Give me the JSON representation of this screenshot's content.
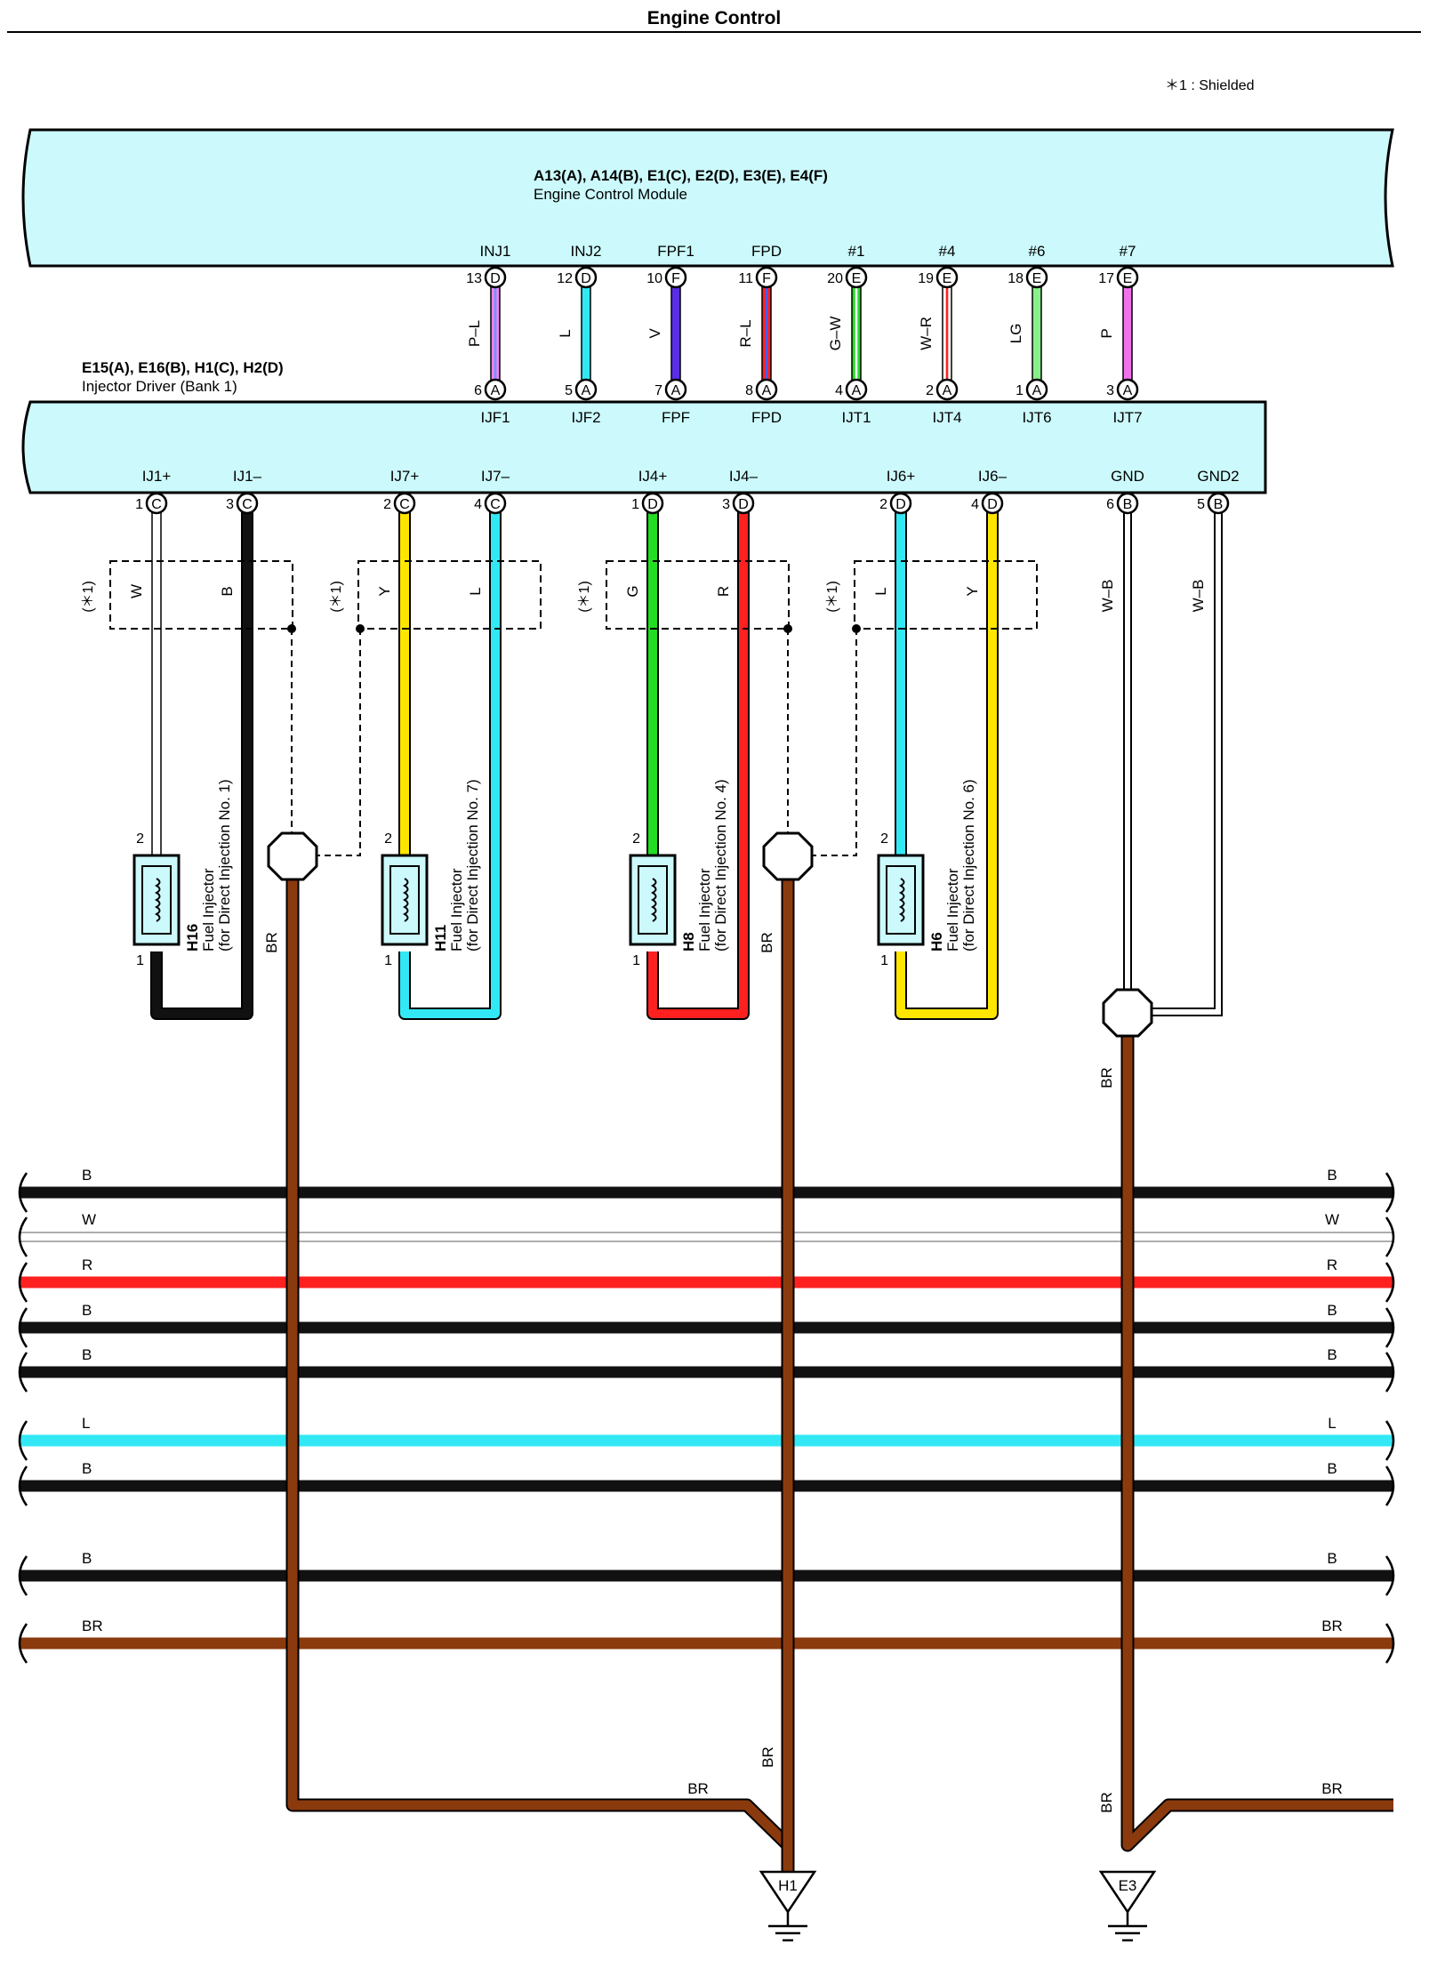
{
  "page_title": "Engine Control",
  "note": "＊1 : Shielded",
  "ecm": {
    "connectors": "A13(A), A14(B), E1(C), E2(D), E3(E), E4(F)",
    "name": "Engine Control Module",
    "terminals": [
      {
        "signal": "INJ1",
        "pin": "13",
        "conn": "D",
        "wire_color": "P–L",
        "hex": "#ee82ee",
        "hex2": "#6699ff",
        "driver_pin": "6",
        "driver_conn": "A",
        "driver_term": "IJF1"
      },
      {
        "signal": "INJ2",
        "pin": "12",
        "conn": "D",
        "wire_color": "L",
        "hex": "#33e8f5",
        "driver_pin": "5",
        "driver_conn": "A",
        "driver_term": "IJF2"
      },
      {
        "signal": "FPF1",
        "pin": "10",
        "conn": "F",
        "wire_color": "V",
        "hex": "#5a2ee6",
        "driver_pin": "7",
        "driver_conn": "A",
        "driver_term": "FPF"
      },
      {
        "signal": "FPD",
        "pin": "11",
        "conn": "F",
        "wire_color": "R–L",
        "hex": "#ff2020",
        "hex2": "#4060ff",
        "driver_pin": "8",
        "driver_conn": "A",
        "driver_term": "FPD"
      },
      {
        "signal": "#1",
        "pin": "20",
        "conn": "E",
        "wire_color": "G–W",
        "hex": "#22dd22",
        "hex2": "#ffffff",
        "driver_pin": "4",
        "driver_conn": "A",
        "driver_term": "IJT1"
      },
      {
        "signal": "#4",
        "pin": "19",
        "conn": "E",
        "wire_color": "W–R",
        "hex": "#ffffff",
        "hex2": "#ff2020",
        "driver_pin": "2",
        "driver_conn": "A",
        "driver_term": "IJT4"
      },
      {
        "signal": "#6",
        "pin": "18",
        "conn": "E",
        "wire_color": "LG",
        "hex": "#88f088",
        "driver_pin": "1",
        "driver_conn": "A",
        "driver_term": "IJT6"
      },
      {
        "signal": "#7",
        "pin": "17",
        "conn": "E",
        "wire_color": "P",
        "hex": "#f272ee",
        "driver_pin": "3",
        "driver_conn": "A",
        "driver_term": "IJT7"
      }
    ]
  },
  "driver": {
    "connectors": "E15(A), E16(B), H1(C), H2(D)",
    "name": "Injector Driver (Bank 1)",
    "bottom_terminals": [
      {
        "signal": "IJ1+",
        "pin": "1",
        "conn": "C"
      },
      {
        "signal": "IJ1–",
        "pin": "3",
        "conn": "C"
      },
      {
        "signal": "IJ7+",
        "pin": "2",
        "conn": "C"
      },
      {
        "signal": "IJ7–",
        "pin": "4",
        "conn": "C"
      },
      {
        "signal": "IJ4+",
        "pin": "1",
        "conn": "D"
      },
      {
        "signal": "IJ4–",
        "pin": "3",
        "conn": "D"
      },
      {
        "signal": "IJ6+",
        "pin": "2",
        "conn": "D"
      },
      {
        "signal": "IJ6–",
        "pin": "4",
        "conn": "D"
      },
      {
        "signal": "GND",
        "pin": "6",
        "conn": "B"
      },
      {
        "signal": "GND2",
        "pin": "5",
        "conn": "B"
      }
    ]
  },
  "shield_mark": "(＊1)",
  "injectors": [
    {
      "code": "H16",
      "name": "Fuel Injector",
      "sub": "(for Direct Injection No. 1)",
      "plus_color": "W",
      "plus_hex": "#ffffff",
      "minus_color": "B",
      "minus_hex": "#111111",
      "pin_top": "2",
      "pin_bottom": "1"
    },
    {
      "code": "H11",
      "name": "Fuel Injector",
      "sub": "(for Direct Injection No. 7)",
      "plus_color": "Y",
      "plus_hex": "#ffe600",
      "minus_color": "L",
      "minus_hex": "#33e8f5",
      "pin_top": "2",
      "pin_bottom": "1"
    },
    {
      "code": "H8",
      "name": "Fuel Injector",
      "sub": "(for Direct Injection No. 4)",
      "plus_color": "G",
      "plus_hex": "#22dd22",
      "minus_color": "R",
      "minus_hex": "#ff2020",
      "pin_top": "2",
      "pin_bottom": "1"
    },
    {
      "code": "H6",
      "name": "Fuel Injector",
      "sub": "(for Direct Injection No. 6)",
      "plus_color": "L",
      "plus_hex": "#33e8f5",
      "minus_color": "Y",
      "minus_hex": "#ffe600",
      "pin_top": "2",
      "pin_bottom": "1"
    }
  ],
  "gnd_wire_color": "W–B",
  "br_label": "BR",
  "buses": [
    {
      "label": "B",
      "hex": "#111111"
    },
    {
      "label": "W",
      "hex": "#ffffff"
    },
    {
      "label": "R",
      "hex": "#ff2020"
    },
    {
      "label": "B",
      "hex": "#111111"
    },
    {
      "label": "B",
      "hex": "#111111"
    },
    {
      "label": "L",
      "hex": "#33e8f5"
    },
    {
      "label": "B",
      "hex": "#111111"
    },
    {
      "label": "B",
      "hex": "#111111"
    },
    {
      "label": "BR",
      "hex": "#8b3a0e"
    }
  ],
  "grounds": [
    {
      "label": "H1"
    },
    {
      "label": "E3"
    }
  ],
  "colors": {
    "connector_fill": "#ccfafc",
    "brown": "#8b3a0e"
  }
}
